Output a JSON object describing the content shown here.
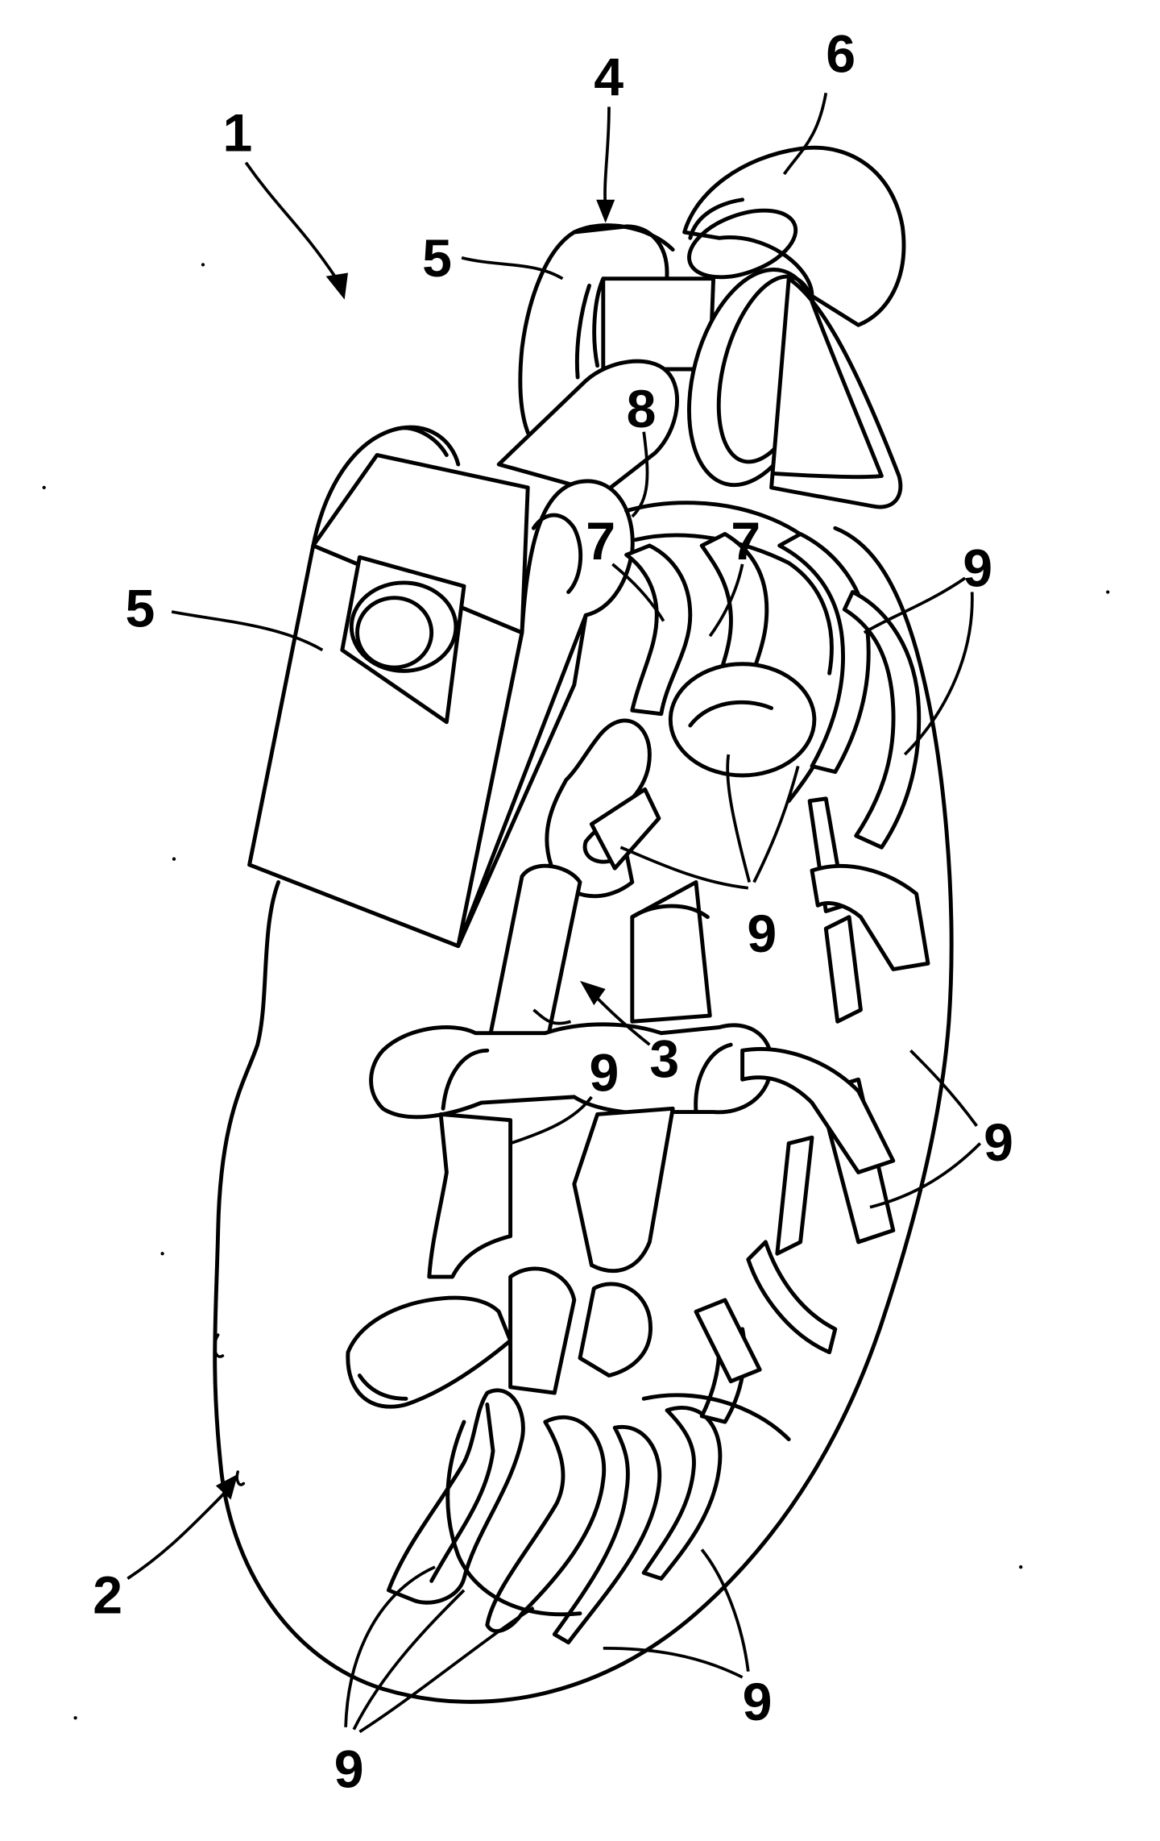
{
  "figure": {
    "labels": {
      "assembly": "1",
      "body": "2",
      "central_part": "3",
      "joint": "4",
      "bracket_upper": "5",
      "bracket_lower": "5",
      "cap": "6",
      "tab_left": "7",
      "tab_right": "7",
      "center_element": "8",
      "spring_upper_right": "9",
      "spring_center": "9",
      "spring_lower_left_a": "9",
      "spring_right_mid": "9",
      "spring_bottom_left": "9",
      "spring_bottom_right": "9"
    }
  }
}
